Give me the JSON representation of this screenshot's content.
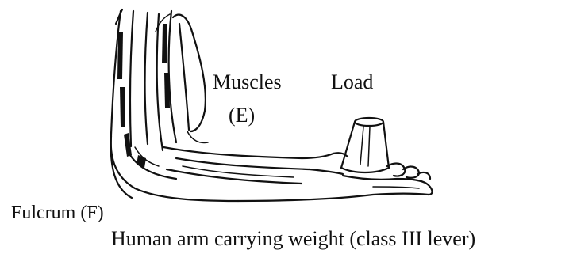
{
  "diagram": {
    "labels": {
      "muscles": "Muscles",
      "effort": "(E)",
      "load": "Load",
      "fulcrum": "Fulcrum (F)",
      "caption": "Human arm carrying weight (class III lever)"
    }
  },
  "colors": {
    "ink": "#111111",
    "background": "#ffffff"
  }
}
